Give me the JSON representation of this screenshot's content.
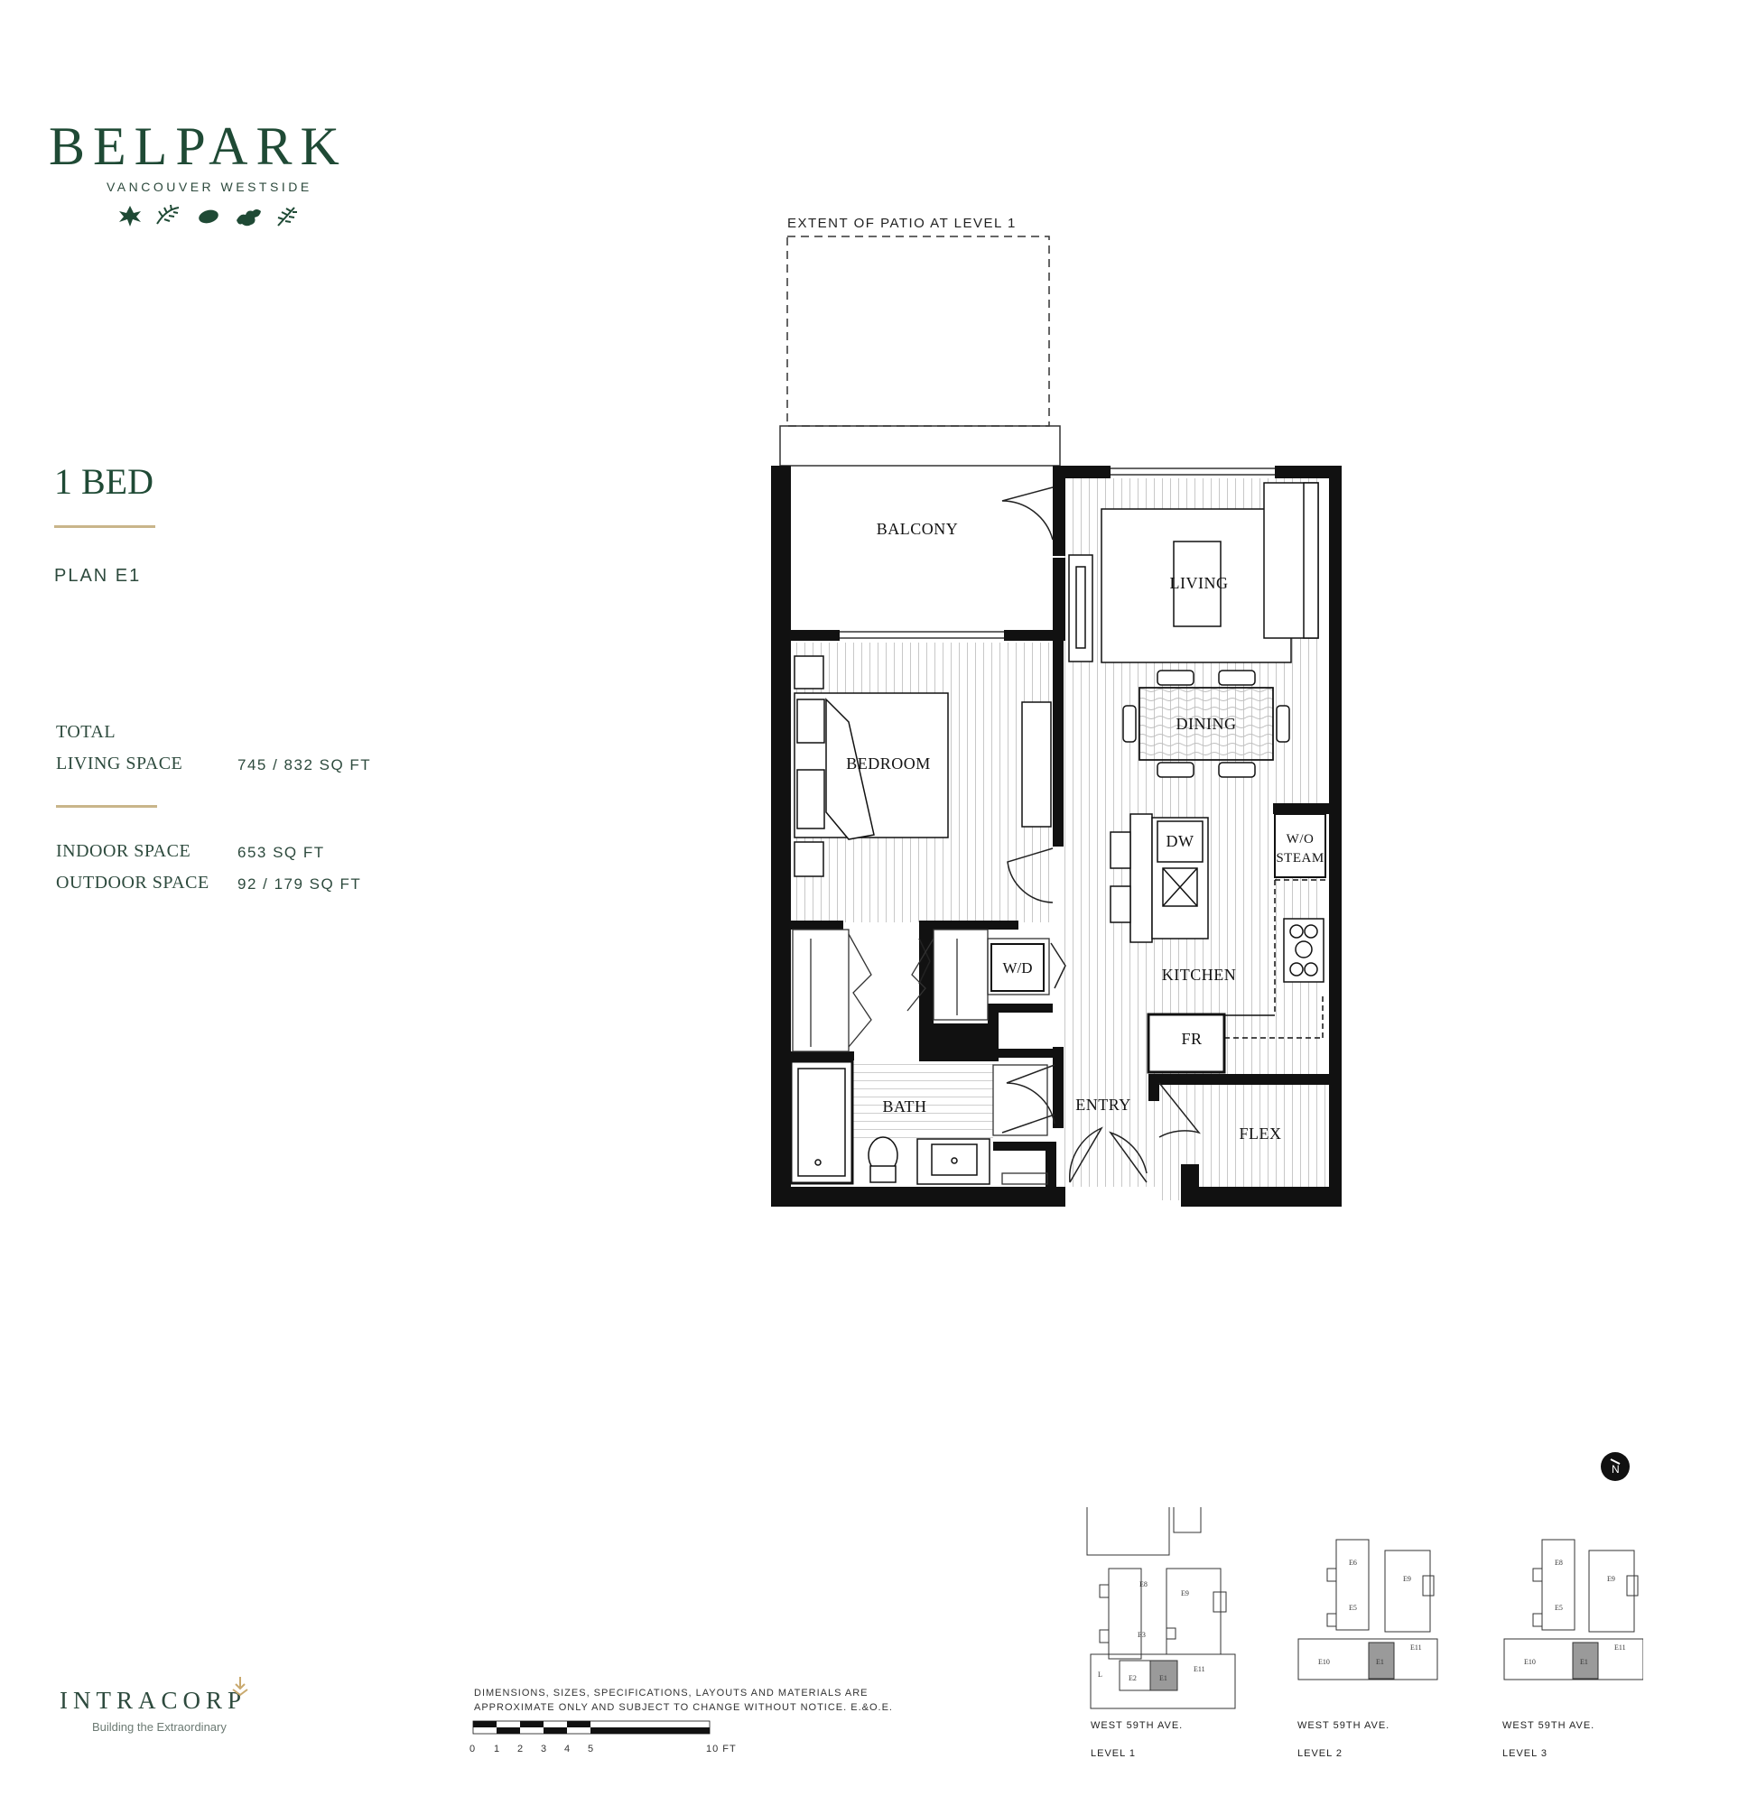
{
  "brand": {
    "name": "BELPARK",
    "subtitle": "VANCOUVER WESTSIDE",
    "leaf_icons": [
      "maple-leaf-icon",
      "fern-icon",
      "birch-leaf-icon",
      "oak-leaf-icon",
      "pine-icon"
    ]
  },
  "plan": {
    "type": "1 BED",
    "name": "PLAN E1"
  },
  "specs": {
    "total_label_line1": "TOTAL",
    "total_label_line2": "LIVING SPACE",
    "total_value": "745 / 832 SQ FT",
    "indoor_label": "INDOOR SPACE",
    "indoor_value": "653 SQ FT",
    "outdoor_label": "OUTDOOR SPACE",
    "outdoor_value": "92 / 179 SQ FT"
  },
  "floorplan": {
    "patio_note": "EXTENT OF PATIO AT LEVEL 1",
    "rooms": {
      "balcony": "BALCONY",
      "living": "LIVING",
      "dining": "DINING",
      "bedroom": "BEDROOM",
      "kitchen": "KITCHEN",
      "dw": "DW",
      "wo": "W/O",
      "steam": "STEAM",
      "wd": "W/D",
      "fr": "FR",
      "bath": "BATH",
      "entry": "ENTRY",
      "flex": "FLEX"
    }
  },
  "developer": {
    "name": "INTRACORP",
    "tagline": "Building the Extraordinary"
  },
  "disclaimer": "DIMENSIONS, SIZES, SPECIFICATIONS, LAYOUTS AND MATERIALS ARE APPROXIMATE ONLY AND SUBJECT TO CHANGE WITHOUT NOTICE. E.&O.E.",
  "scale": {
    "ticks": [
      "0",
      "1",
      "2",
      "3",
      "4",
      "5"
    ],
    "end_label": "10 FT"
  },
  "compass": {
    "label": "N"
  },
  "keyplans": [
    {
      "street": "WEST 59TH AVE.",
      "level": "LEVEL 1",
      "units": [
        "E8",
        "E9",
        "E3",
        "E11",
        "E2",
        "E1",
        "L"
      ]
    },
    {
      "street": "WEST 59TH AVE.",
      "level": "LEVEL 2",
      "units": [
        "E6",
        "E9",
        "E5",
        "E11",
        "E10",
        "E1"
      ]
    },
    {
      "street": "WEST 59TH AVE.",
      "level": "LEVEL 3",
      "units": [
        "E8",
        "E9",
        "E5",
        "E11",
        "E10",
        "E1"
      ]
    }
  ],
  "colors": {
    "brand_green": "#1f4a35",
    "gold": "#c9b58a",
    "wall": "#111111",
    "highlight_unit": "#9a9a9a"
  }
}
